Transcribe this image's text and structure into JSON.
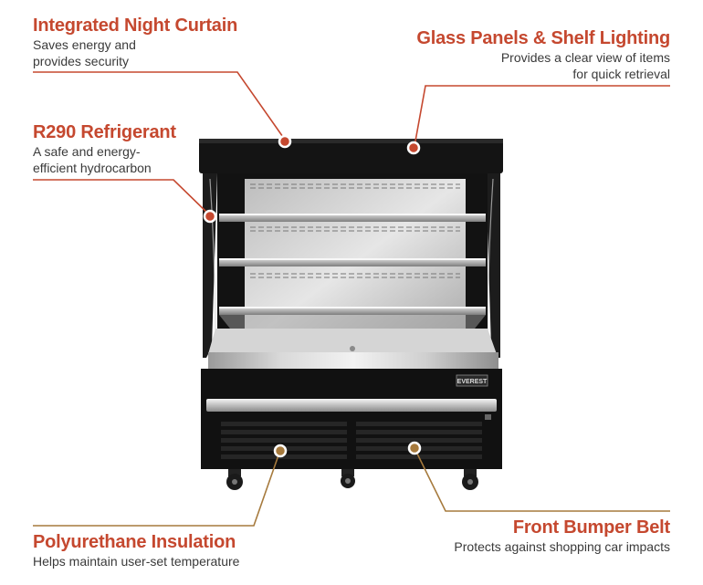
{
  "callouts": {
    "curtain": {
      "title": "Integrated Night Curtain",
      "line1": "Saves energy and",
      "line2": "provides security"
    },
    "glass": {
      "title": "Glass Panels & Shelf Lighting",
      "line1": "Provides a clear view of items",
      "line2": "for quick retrieval"
    },
    "r290": {
      "title": "R290 Refrigerant",
      "line1": "A safe and energy-",
      "line2": "efficient hydrocarbon"
    },
    "insulation": {
      "title": "Polyurethane Insulation",
      "line1": "Helps maintain user-set temperature"
    },
    "bumper": {
      "title": "Front Bumper Belt",
      "line1": "Protects against shopping car impacts"
    }
  },
  "product": {
    "brand_badge": "EVEREST"
  },
  "colors": {
    "accent_red": "#c5482f",
    "accent_gold": "#a67a3d",
    "cabinet": "#141414",
    "steel": "#c8c8c8"
  }
}
